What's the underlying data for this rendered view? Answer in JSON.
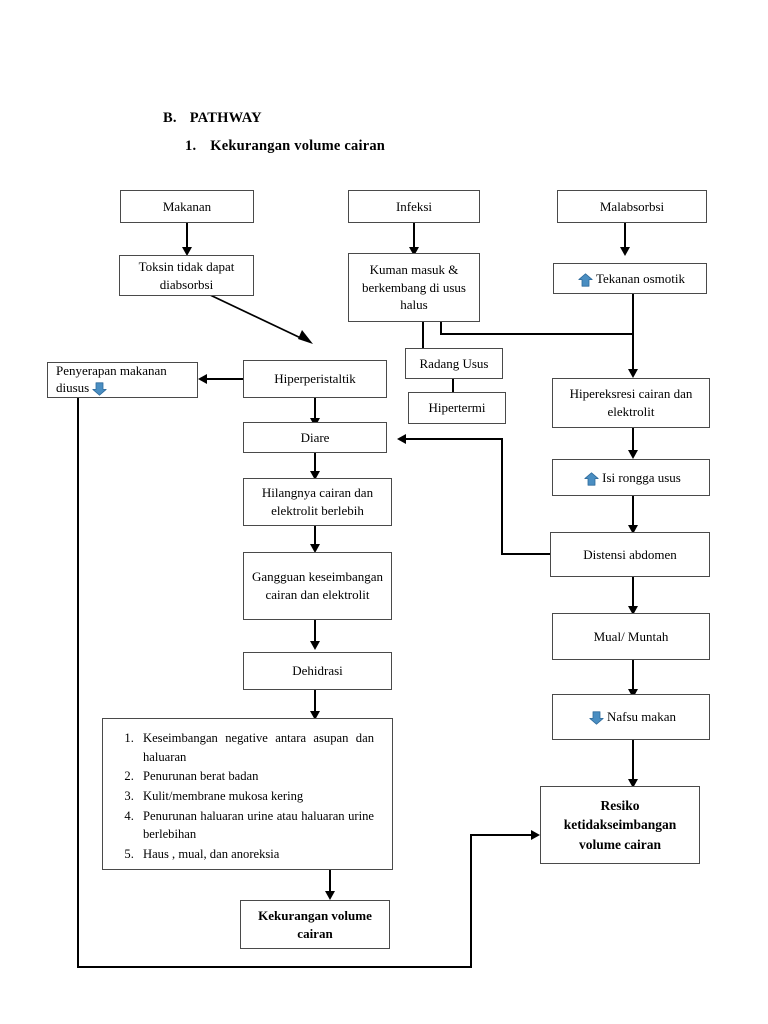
{
  "document": {
    "section_letter": "B.",
    "section_title": "PATHWAY",
    "item_number": "1.",
    "item_title": "Kekurangan volume cairan"
  },
  "colors": {
    "arrow_blue": "#4a8ec2",
    "arrow_blue_dark": "#2f6b9c",
    "box_border": "#4a4a4a",
    "connector": "#000000",
    "page_background": "#ffffff"
  },
  "nodes": {
    "makanan": {
      "label": "Makanan"
    },
    "toksin": {
      "label": "Toksin tidak dapat diabsorbsi"
    },
    "infeksi": {
      "label": "Infeksi"
    },
    "kuman": {
      "label": "Kuman masuk & berkembang di usus halus"
    },
    "malabsorbsi": {
      "label": "Malabsorbsi"
    },
    "tekanan_osmotik": {
      "label": "Tekanan osmotik",
      "icon": "arrow-up-blue-icon"
    },
    "radang_usus": {
      "label": "Radang Usus"
    },
    "hipertermi": {
      "label": "Hipertermi"
    },
    "hiperperistaltik": {
      "label": "Hiperperistaltik"
    },
    "penyerapan": {
      "label": "Penyerapan makanan diusus",
      "icon": "arrow-down-blue-icon"
    },
    "diare": {
      "label": "Diare"
    },
    "hilangnya_cairan": {
      "label": "Hilangnya cairan dan elektrolit berlebih"
    },
    "gangguan": {
      "label": "Gangguan keseimbangan cairan dan  elektrolit"
    },
    "dehidrasi": {
      "label": "Dehidrasi"
    },
    "kekurangan_volume": {
      "label": "Kekurangan volume cairan"
    },
    "hipereksresi": {
      "label": "Hipereksresi cairan dan elektrolit"
    },
    "isi_rongga": {
      "label": "Isi rongga usus",
      "icon": "arrow-up-blue-icon"
    },
    "distensi": {
      "label": "Distensi abdomen"
    },
    "mual_muntah": {
      "label": "Mual/ Muntah"
    },
    "nafsu_makan": {
      "label": "Nafsu makan",
      "icon": "arrow-down-blue-icon"
    },
    "resiko": {
      "label": "Resiko ketidakseimbangan volume cairan"
    }
  },
  "signs_list": {
    "items": [
      "Keseimbangan negative antara asupan dan haluaran",
      "Penurunan berat badan",
      "Kulit/membrane mukosa kering",
      "Penurunan haluaran urine atau haluaran urine berlebihan",
      "Haus , mual, dan anoreksia"
    ]
  }
}
